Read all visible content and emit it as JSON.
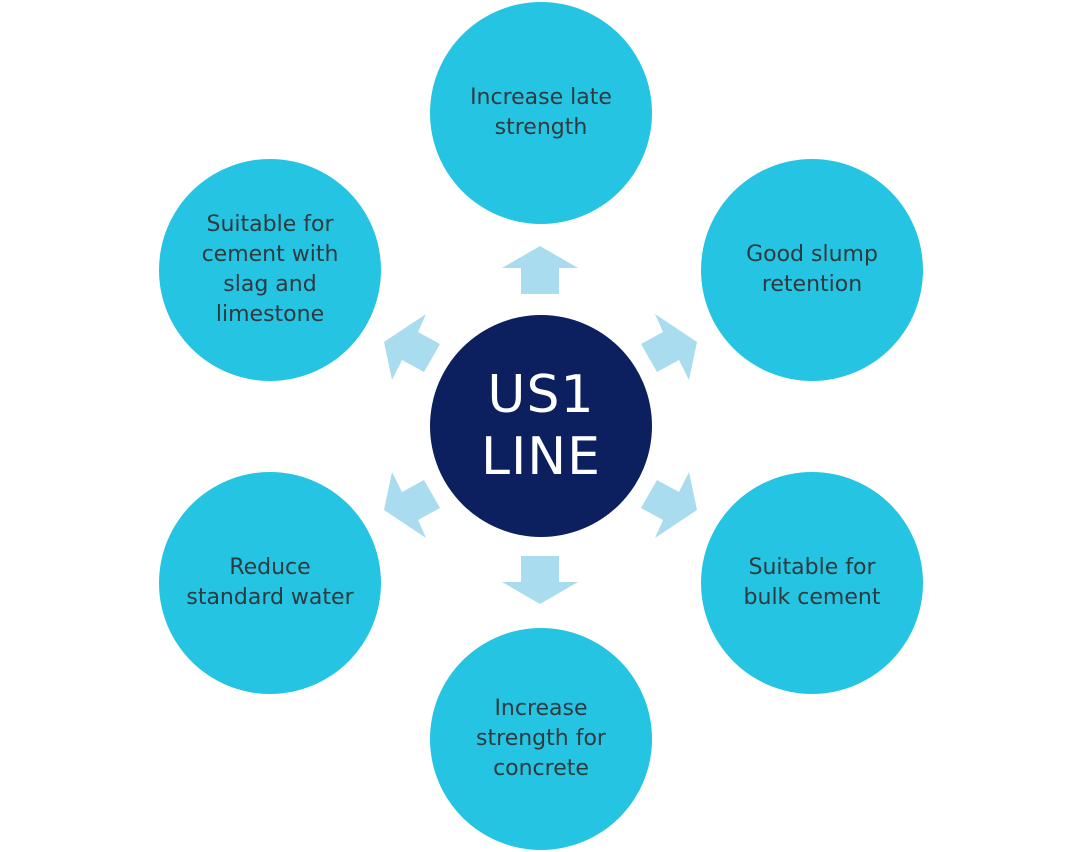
{
  "colors": {
    "outer_bubble": "#26c4e3",
    "center_bubble": "#0c1f5f",
    "arrow": "#a9dcee",
    "outer_text": "#2d3a3f",
    "center_text": "#ffffff"
  },
  "center": {
    "label_line1": "US1",
    "label_line2": "LINE"
  },
  "bubbles": [
    {
      "label": "Increase late strength"
    },
    {
      "label": "Good slump retention"
    },
    {
      "label": "Suitable for bulk cement"
    },
    {
      "label": "Increase strength for concrete"
    },
    {
      "label": "Reduce standard water"
    },
    {
      "label": "Suitable for cement with slag and limestone"
    }
  ]
}
